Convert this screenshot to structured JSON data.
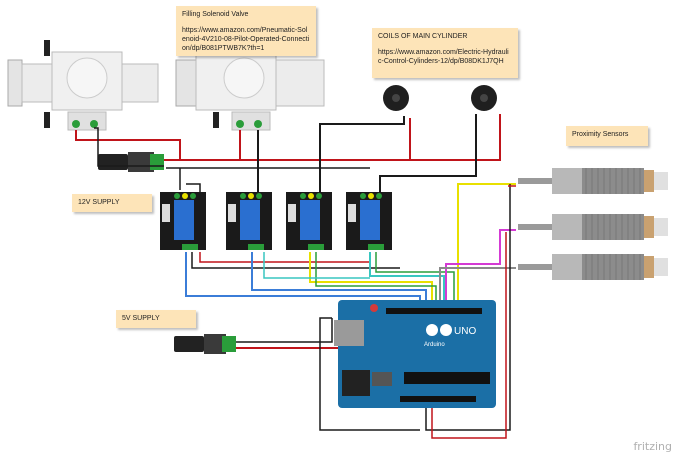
{
  "notes": {
    "solenoid": {
      "title": "Filling Solenoid Valve",
      "url": "https://www.amazon.com/Pneumatic-Solenoid-4V210-08-Pilot-Operated-Connection/dp/B081PTWB7K?th=1"
    },
    "coils": {
      "title": "COILS OF MAIN CYLINDER",
      "url": "https://www.amazon.com/Electric-Hydraulic-Control-Cylinders-12/dp/B08DK1J7QH"
    },
    "prox": {
      "title": "Proximity Sensors"
    },
    "supply12": {
      "title": "12V SUPPLY"
    },
    "supply5": {
      "title": "5V  SUPPLY"
    }
  },
  "arduino": {
    "logo_text": "UNO",
    "brand": "Arduino"
  },
  "relay_count": 4,
  "sensor_count": 3,
  "watermark": "fritzing",
  "colors": {
    "board": "#1b6fa6",
    "relay": "#1a1a1a",
    "relay_coil": "#2a6fd0",
    "note": "#fde4b8",
    "wire_red": "#c0141a",
    "wire_black": "#1a1a1a",
    "wire_blue": "#3b7dd8",
    "wire_yellow": "#e8e000",
    "wire_magenta": "#d43ad4",
    "wire_gray": "#8a8a8a",
    "wire_cyan": "#38c6c0",
    "wire_green": "#2a9d3a"
  }
}
